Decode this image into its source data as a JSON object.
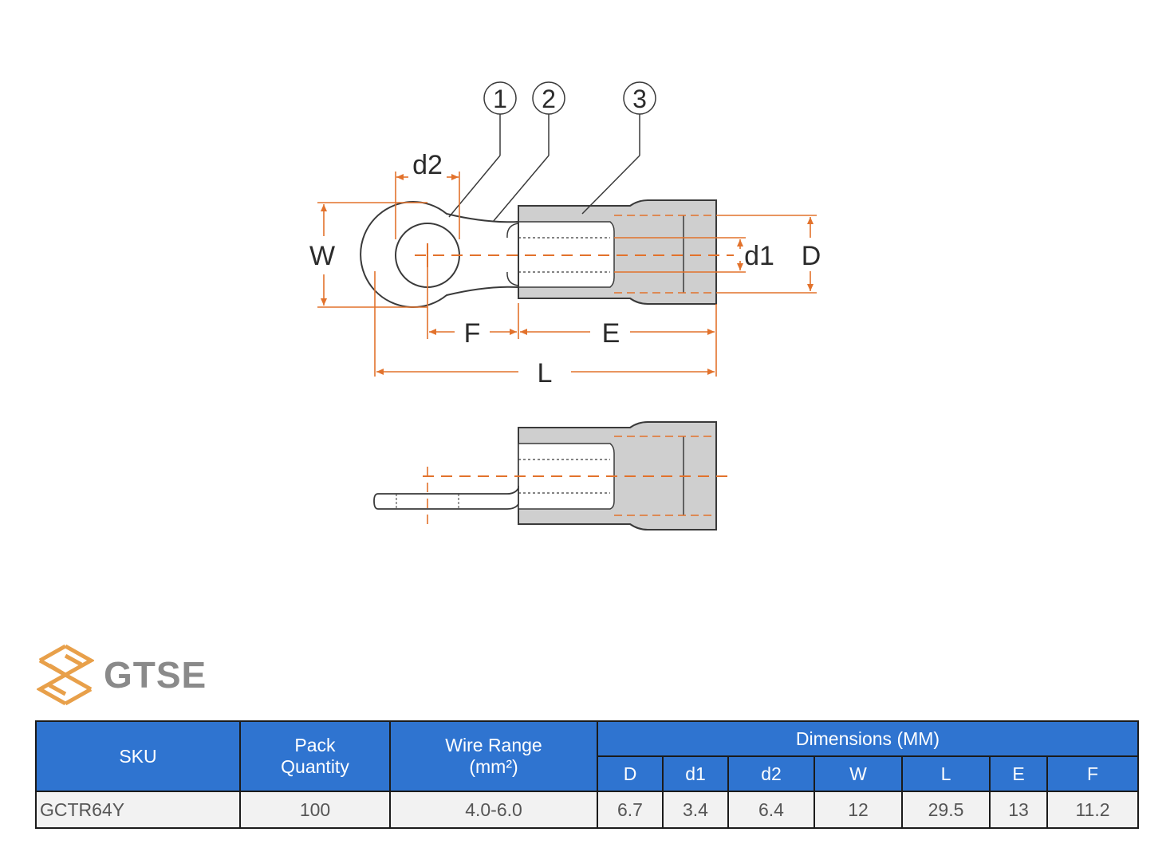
{
  "colors": {
    "dimension_orange": "#e2722c",
    "outline": "#3a3a3a",
    "sleeve_fill": "#cfcfcf",
    "header_blue": "#2f74d0",
    "logo_orange": "#e8a04a",
    "logo_text": "#8a8a8a"
  },
  "diagram": {
    "callouts": [
      "1",
      "2",
      "3"
    ],
    "dimension_labels": {
      "d2": "d2",
      "W": "W",
      "d1": "d1",
      "D": "D",
      "F": "F",
      "E": "E",
      "L": "L"
    }
  },
  "logo": {
    "text": "GTSE",
    "icon": "gtse-logo-icon"
  },
  "table": {
    "headers": {
      "sku": "SKU",
      "pack_line1": "Pack",
      "pack_line2": "Quantity",
      "wire_line1": "Wire Range",
      "wire_line2": "(mm²)",
      "dimensions": "Dimensions (MM)"
    },
    "dim_headers": [
      "D",
      "d1",
      "d2",
      "W",
      "L",
      "E",
      "F"
    ],
    "row": {
      "sku": "GCTR64Y",
      "pack_quantity": "100",
      "wire_range": "4.0-6.0",
      "dims": [
        "6.7",
        "3.4",
        "6.4",
        "12",
        "29.5",
        "13",
        "11.2"
      ]
    }
  }
}
